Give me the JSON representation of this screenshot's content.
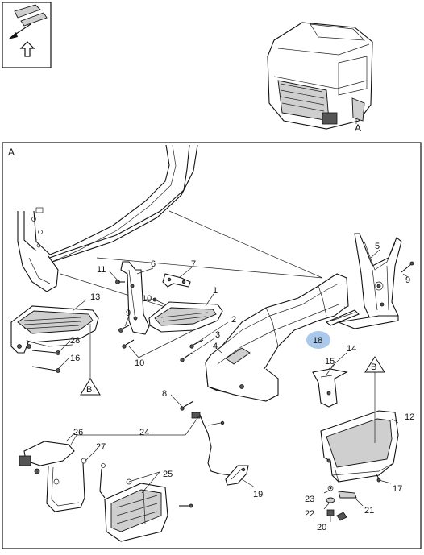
{
  "view_label": "A",
  "detail_label": "A",
  "ref_marker": "B",
  "highlight_color": "#a9c8ea",
  "callouts": {
    "c1": "1",
    "c2": "2",
    "c3": "3",
    "c4": "4",
    "c5": "5",
    "c6": "6",
    "c7": "7",
    "c8": "8",
    "c9a": "9",
    "c9b": "9",
    "c10a": "10",
    "c10b": "10",
    "c11": "11",
    "c12": "12",
    "c13": "13",
    "c14": "14",
    "c15": "15",
    "c16": "16",
    "c17": "17",
    "c18": "18",
    "c19": "19",
    "c20": "20",
    "c21": "21",
    "c22": "22",
    "c23": "23",
    "c24": "24",
    "c25": "25",
    "c26": "26",
    "c27": "27",
    "c28": "28"
  }
}
